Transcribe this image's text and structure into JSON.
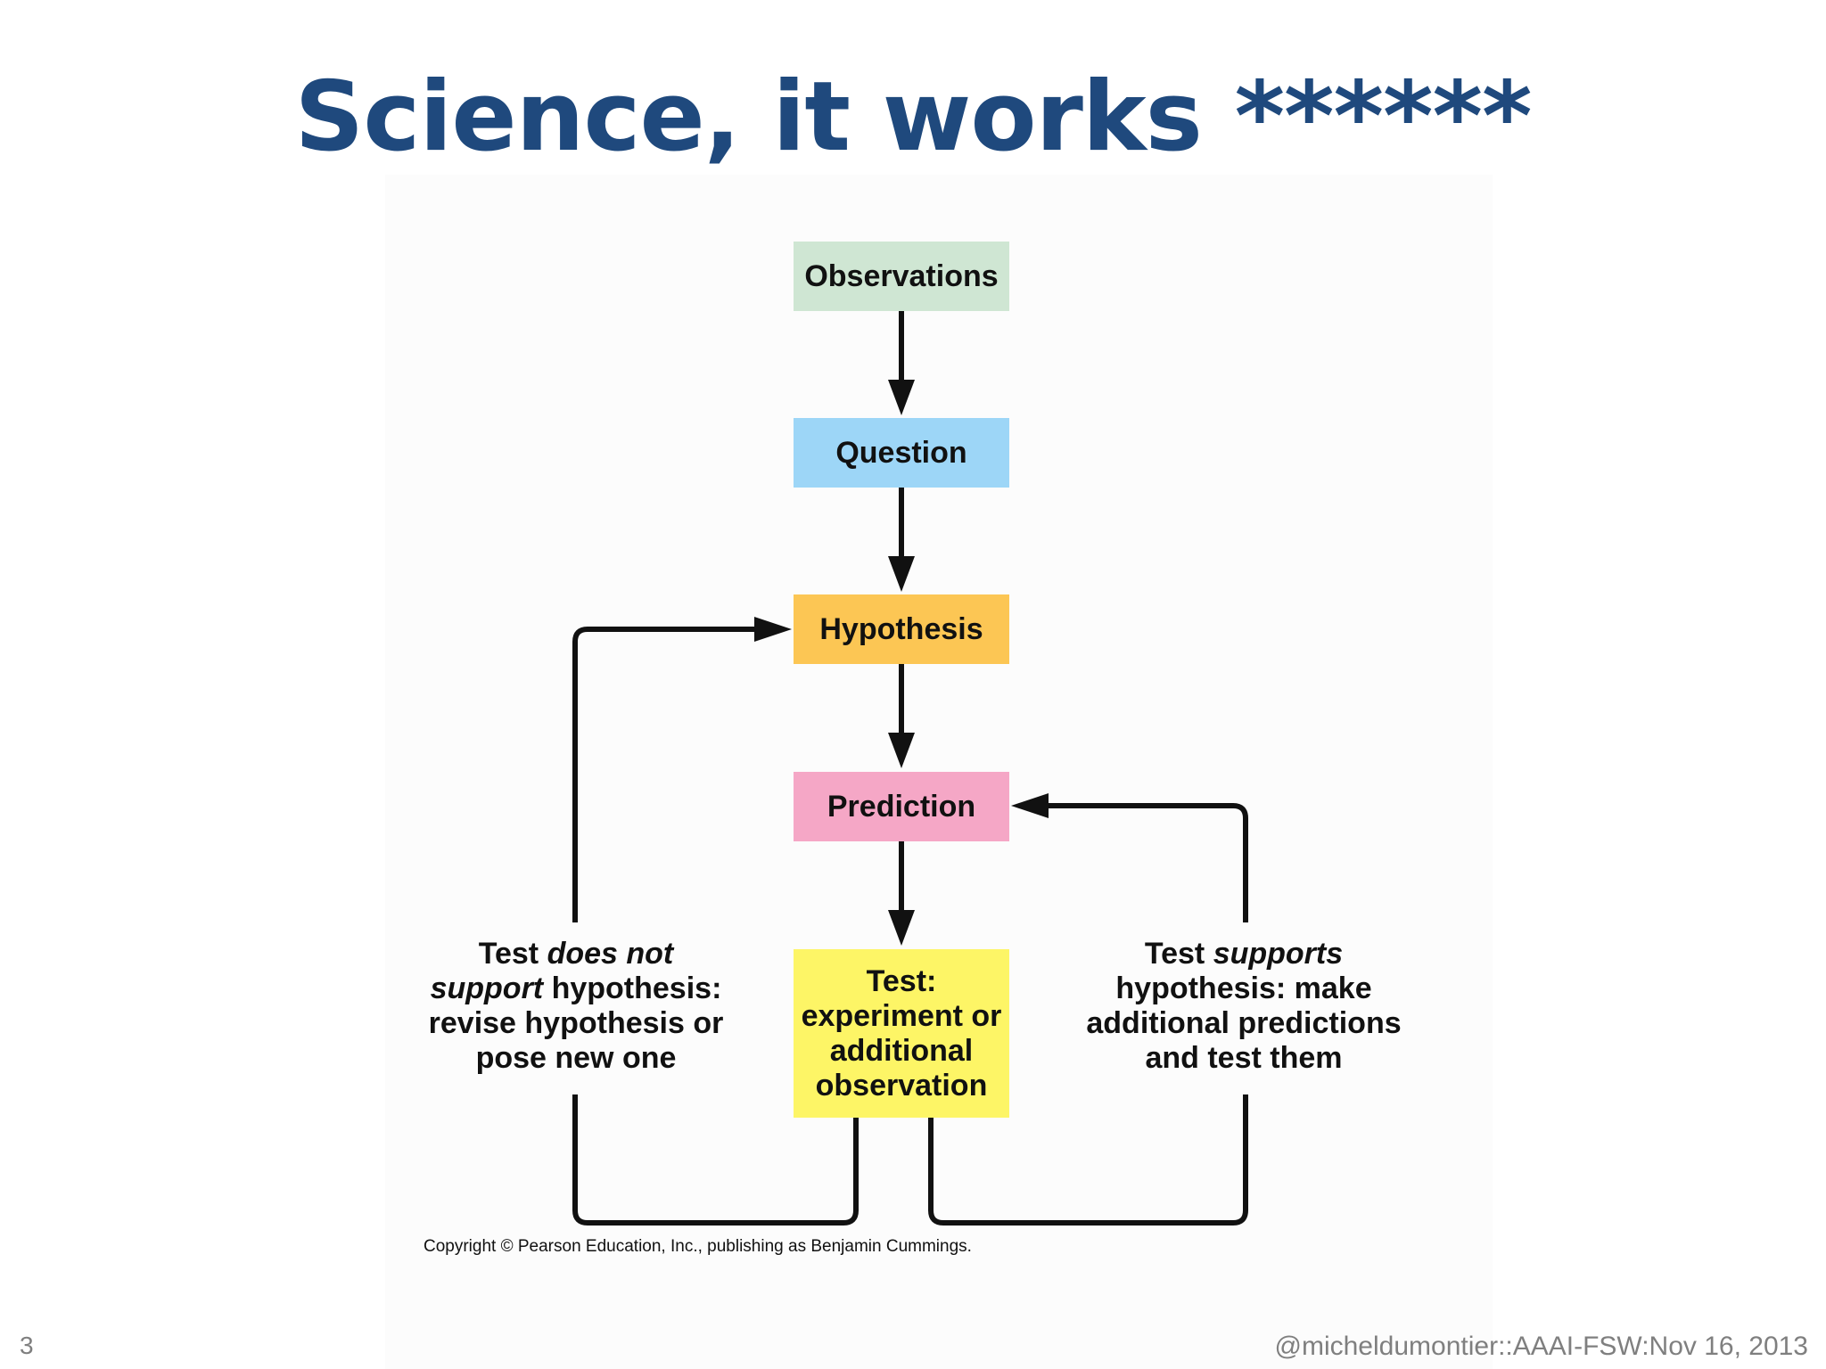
{
  "title": "Science, it works ******",
  "diagram": {
    "nodes": {
      "observations": "Observations",
      "question": "Question",
      "hypothesis": "Hypothesis",
      "prediction": "Prediction",
      "test": [
        "Test:",
        "experiment or",
        "additional",
        "observation"
      ]
    },
    "left_loop": {
      "line1_pre": "Test ",
      "line1_em": "does not",
      "line2_em": "support",
      "line2_post": " hypothesis:",
      "line3": "revise hypothesis or",
      "line4": "pose new one"
    },
    "right_loop": {
      "line1_pre": "Test ",
      "line1_em": "supports",
      "line2": "hypothesis: make",
      "line3": "additional predictions",
      "line4": "and test them"
    },
    "copyright": "Copyright © Pearson Education, Inc., publishing as Benjamin Cummings."
  },
  "footer": {
    "slide_number": "3",
    "attribution": "@micheldumontier::AAAI-FSW:Nov 16, 2013"
  },
  "colors": {
    "title": "#1f497d",
    "observations": "#cfe6d3",
    "question": "#9dd6f7",
    "hypothesis": "#fcc654",
    "prediction": "#f5a7c6",
    "test": "#fdf566"
  }
}
